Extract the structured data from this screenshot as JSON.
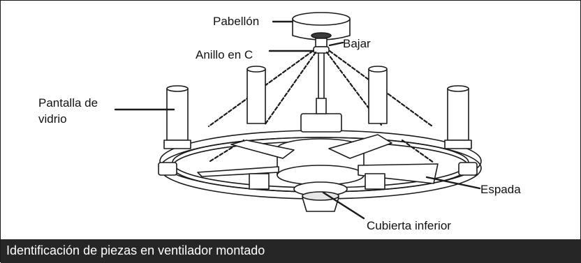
{
  "labels": {
    "canopy": "Pabellón",
    "downrod": "Bajar",
    "c_ring": "Anillo en C",
    "glass_shade_line1": "Pantalla de",
    "glass_shade_line2": "vidrio",
    "blade": "Espada",
    "bottom_cover": "Cubierta inferior"
  },
  "caption": "Identificación de piezas en ventilador montado",
  "colors": {
    "caption_background": "#262626",
    "caption_text": "#ffffff",
    "line_art": "#1a1a1a"
  }
}
